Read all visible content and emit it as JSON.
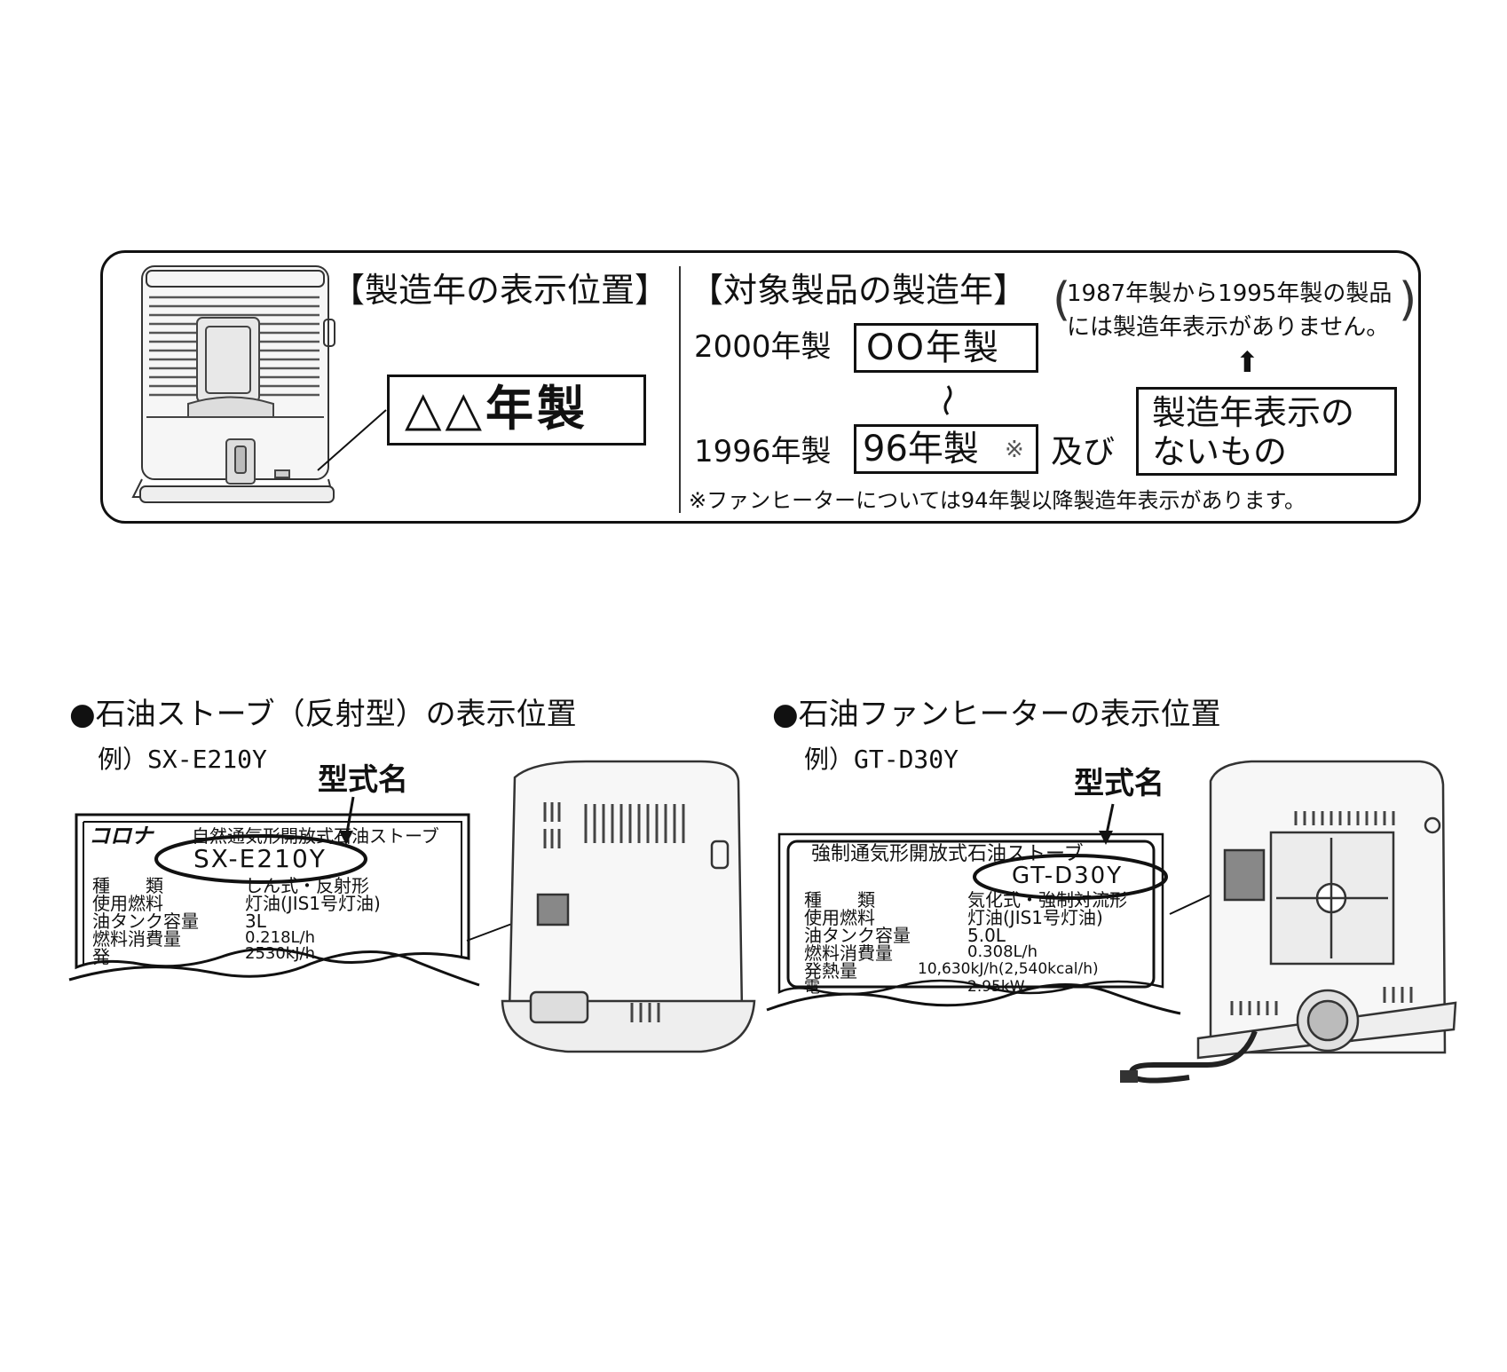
{
  "top_panel": {
    "location_title": "【製造年の表示位置】",
    "year_label_example": "△△年製",
    "target_title": "【対象製品の製造年】",
    "row_2000_year": "2000年製",
    "row_2000_box": "OO年製",
    "tilde": "~",
    "row_1996_year": "1996年製",
    "row_1996_box": "96年製",
    "row_1996_mark": "※",
    "and_label": "及び",
    "note_line1": "1987年製から1995年製の製品",
    "note_line2": "には製造年表示がありません。",
    "arrow_up": "⬆",
    "no_label_line1": "製造年表示の",
    "no_label_line2": "ないもの",
    "footnote": "※ファンヒーターについては94年製以降製造年表示があります。"
  },
  "stove_section": {
    "title": "●石油ストーブ（反射型）の表示位置",
    "example": "例）SX-E210Y",
    "model_caption": "型式名",
    "plate": {
      "brand": "コロナ",
      "heading": "自然通気形開放式石油ストーブ",
      "model": "SX-E210Y",
      "rows": [
        {
          "label": "種　　類",
          "value": "しん式・反射形"
        },
        {
          "label": "使用燃料",
          "value": "灯油(JIS1号灯油)"
        },
        {
          "label": "油タンク容量",
          "value": "3L"
        },
        {
          "label": "燃料消費量",
          "value": "0.218L/h"
        },
        {
          "label": "発",
          "value": "2530kJ/h"
        }
      ]
    }
  },
  "fan_section": {
    "title": "●石油ファンヒーターの表示位置",
    "example": "例）GT-D30Y",
    "model_caption": "型式名",
    "plate": {
      "heading": "強制通気形開放式石油ストーブ",
      "model": "GT-D30Y",
      "rows": [
        {
          "label": "種　　類",
          "value": "気化式・強制対流形"
        },
        {
          "label": "使用燃料",
          "value": "灯油(JIS1号灯油)"
        },
        {
          "label": "油タンク容量",
          "value": "5.0L"
        },
        {
          "label": "燃料消費量",
          "value": "0.308L/h"
        },
        {
          "label": "発熱量",
          "value": "10,630kJ/h(2,540kcal/h)"
        },
        {
          "label": "電",
          "value": "2.95kW"
        }
      ]
    }
  }
}
